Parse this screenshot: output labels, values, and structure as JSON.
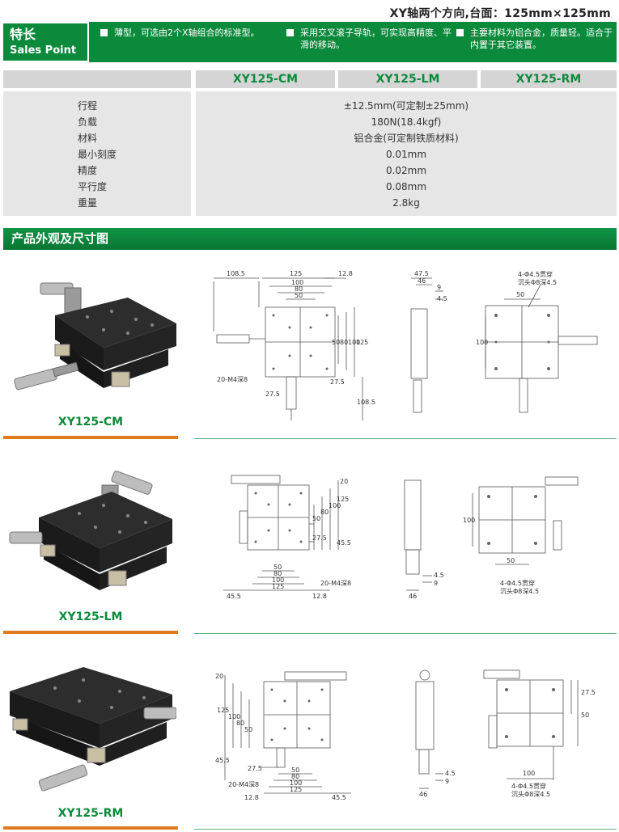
{
  "page_title": "XY轴两个方向,台面：125mm×125mm",
  "features": {
    "label_cn": "特长",
    "label_en": "Sales Point",
    "items": [
      "薄型，可选由2个X轴组合的标准型。",
      "采用交叉滚子导轨，可实现高精度、平滑的移动。",
      "主要材料为铝合金，质量轻。适合于内置于其它装置。"
    ]
  },
  "spec_table": {
    "models": [
      "XY125-CM",
      "XY125-LM",
      "XY125-RM"
    ],
    "rows": [
      {
        "label": "行程",
        "value": "±12.5mm(可定制±25mm)"
      },
      {
        "label": "负载",
        "value": "180N(18.4kgf)"
      },
      {
        "label": "材料",
        "value": "铝合金(可定制铁质材料)"
      },
      {
        "label": "最小刻度",
        "value": "0.01mm"
      },
      {
        "label": "精度",
        "value": "0.02mm"
      },
      {
        "label": "平行度",
        "value": "0.08mm"
      },
      {
        "label": "重量",
        "value": "2.8kg"
      }
    ]
  },
  "section_title": "产品外观及尺寸图",
  "products": [
    {
      "name": "XY125-CM",
      "dims": {
        "d108_5": "108.5",
        "d125": "125",
        "d12_8": "12.8",
        "d100": "100",
        "d80": "80",
        "d50": "50",
        "d27_5": "27.5",
        "d20_m4": "20-M4深8",
        "d47_5": "47.5",
        "d46": "46",
        "d9": "9",
        "d4_5": "4.5",
        "hole_a": "4-Φ4.5贯穿",
        "hole_b": "沉头Φ8深4.5"
      }
    },
    {
      "name": "XY125-LM",
      "dims": {
        "d20": "20",
        "d50": "50",
        "d80": "80",
        "d100": "100",
        "d125": "125",
        "d27_5": "27.5",
        "d45_5": "45.5",
        "d12_8": "12.8",
        "d20_m4": "20-M4深8",
        "d4_5": "4.5",
        "d9": "9",
        "d46": "46",
        "hole_a": "4-Φ4.5贯穿",
        "hole_b": "沉头Φ8深4.5"
      }
    },
    {
      "name": "XY125-RM",
      "dims": {
        "d20": "20",
        "d125": "125",
        "d100": "100",
        "d80": "80",
        "d50": "50",
        "d45_5": "45.5",
        "d27_5": "27.5",
        "d20_m4": "20-M4深8",
        "d12_8": "12.8",
        "d4_5": "4.5",
        "d9": "9",
        "d46": "46",
        "hole_a": "4-Φ4.5贯穿",
        "hole_b": "沉头Φ8深4.5"
      }
    }
  ]
}
